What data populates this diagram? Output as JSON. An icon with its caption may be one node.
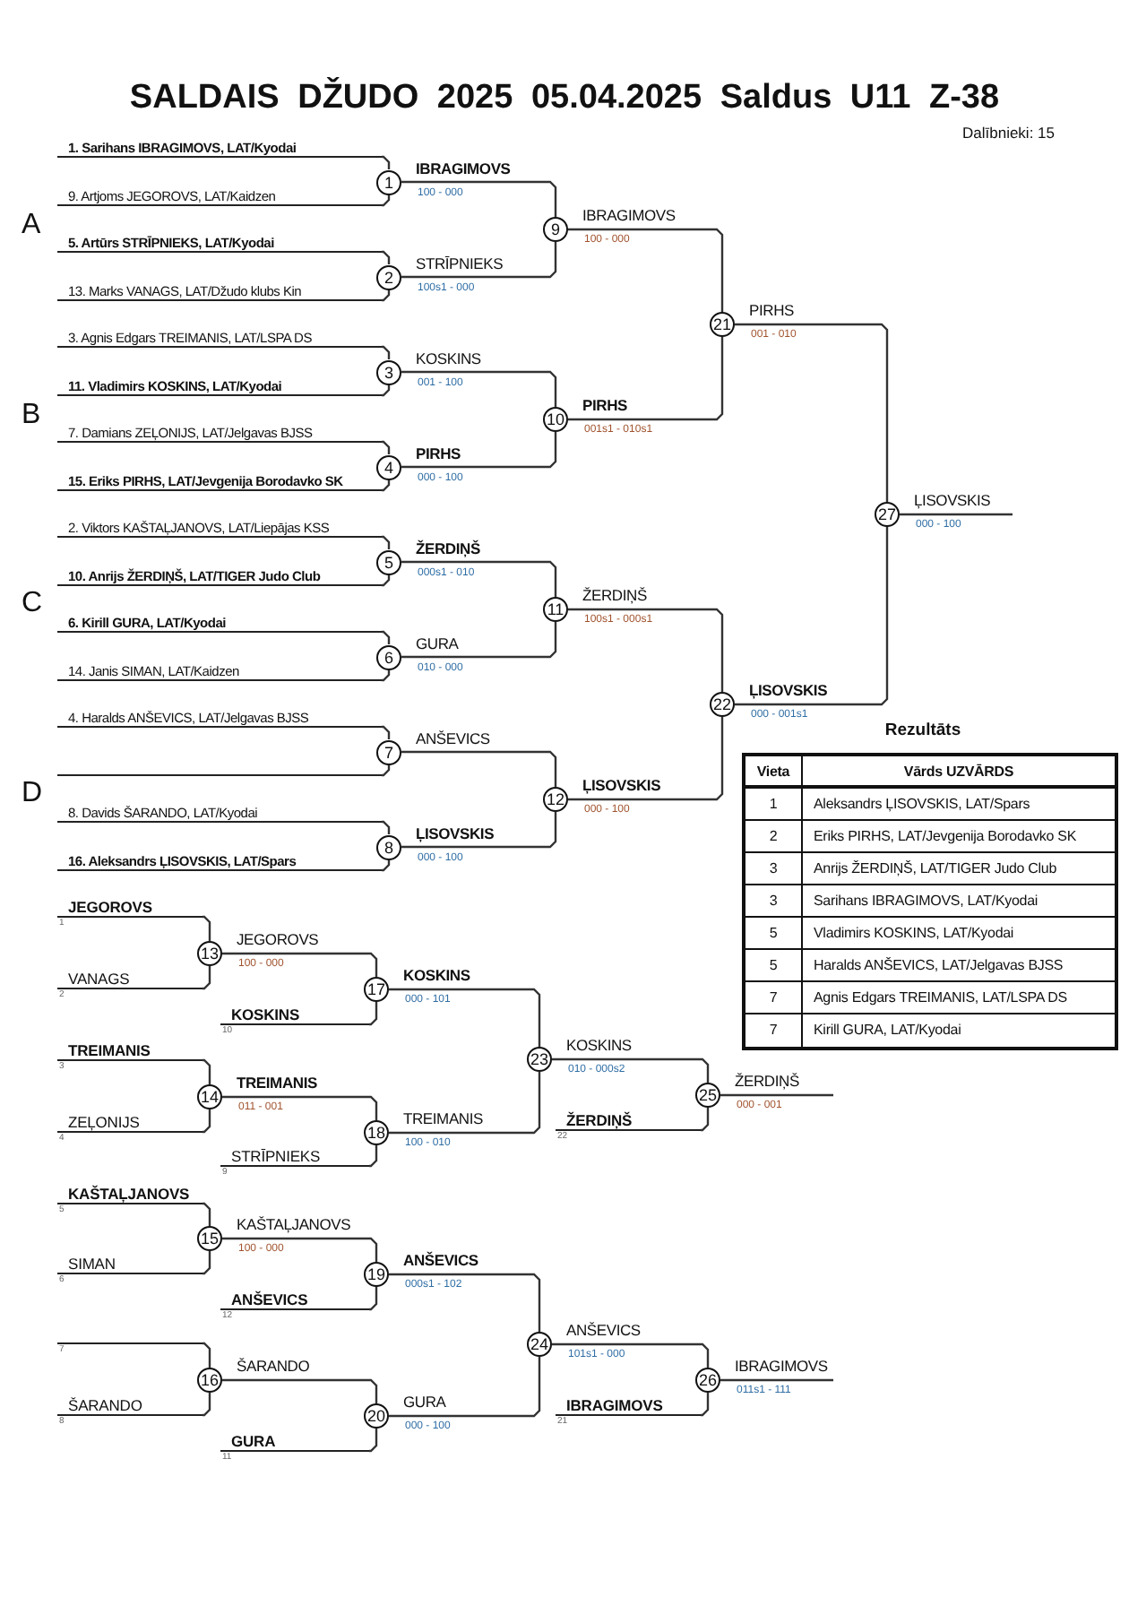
{
  "diagram": {
    "title": "SALDAIS DŽUDO 2025 05.04.2025 Saldus U11 Z-38",
    "nodes": [
      {
        "text": [
          "1. Sarihans IBRAGIMOVS, LAT/Kyodai"
        ]
      },
      {
        "text": [
          "9. Artjoms JEGOROVS, LAT/Kaidzen"
        ]
      },
      {
        "text": [
          "5. Artūrs STRĪPNIEKS, LAT/Kyodai"
        ]
      },
      {
        "text": [
          "13. Marks VANAGS, LAT/Džudo klubs Kin"
        ]
      },
      {
        "text": [
          "3. Agnis Edgars TREIMANIS, LAT/LSPA DS"
        ]
      },
      {
        "text": [
          "11. Vladimirs KOSKINS, LAT/Kyodai"
        ]
      },
      {
        "text": [
          "7. Damians ZEĻONIJS, LAT/Jelgavas BJSS"
        ]
      },
      {
        "text": [
          "15. Eriks PIRHS, LAT/Jevgenija Borodavko SK"
        ]
      },
      {
        "text": [
          "2. Viktors KAŠTAĻJANOVS, LAT/Liepājas KSS"
        ]
      },
      {
        "text": [
          "10. Anrijs ŽERDIŅŠ, LAT/TIGER Judo Club"
        ]
      },
      {
        "text": [
          "6. Kirill GURA, LAT/Kyodai"
        ]
      },
      {
        "text": [
          "14. Janis SIMAN, LAT/Kaidzen"
        ]
      },
      {
        "text": [
          "4. Haralds ANŠEVICS, LAT/Jelgavas BJSS"
        ]
      },
      {
        "text": [],
        "shape": "bar"
      },
      {
        "text": [
          "8. Davids ŠARANDO, LAT/Kyodai"
        ]
      },
      {
        "text": [
          "16. Aleksandrs ĻISOVSKIS, LAT/Spars"
        ]
      },
      {
        "text": [
          "1"
        ],
        "beside": [
          "IBRAGIMOVS",
          "100 - 000"
        ]
      },
      {
        "text": [
          "2"
        ],
        "beside": [
          "STRĪPNIEKS",
          "100s1 - 000"
        ]
      },
      {
        "text": [
          "3"
        ],
        "beside": [
          "KOSKINS",
          "001 - 100"
        ]
      },
      {
        "text": [
          "4"
        ],
        "beside": [
          "PIRHS",
          "000 - 100"
        ]
      },
      {
        "text": [
          "5"
        ],
        "beside": [
          "ŽERDIŅŠ",
          "000s1 - 010"
        ]
      },
      {
        "text": [
          "6"
        ],
        "beside": [
          "GURA",
          "010 - 000"
        ]
      },
      {
        "text": [
          "7"
        ],
        "beside": [
          "ANŠEVICS"
        ]
      },
      {
        "text": [
          "8"
        ],
        "beside": [
          "ĻISOVSKIS",
          "000 - 100"
        ]
      },
      {
        "text": [
          "9"
        ],
        "beside": [
          "IBRAGIMOVS",
          "100 - 000"
        ]
      },
      {
        "text": [
          "10"
        ],
        "beside": [
          "PIRHS",
          "001s1 - 010s1"
        ]
      },
      {
        "text": [
          "11"
        ],
        "beside": [
          "ŽERDIŅŠ",
          "100s1 - 000s1"
        ]
      },
      {
        "text": [
          "12"
        ],
        "beside": [
          "ĻISOVSKIS",
          "000 - 100"
        ]
      },
      {
        "text": [
          "21"
        ],
        "beside": [
          "PIRHS",
          "001 - 010"
        ]
      },
      {
        "text": [
          "22"
        ],
        "beside": [
          "ĻISOVSKIS",
          "000 - 001s1"
        ]
      },
      {
        "text": [
          "27"
        ],
        "beside": [
          "ĻISOVSKIS",
          "000 - 100"
        ]
      },
      {
        "text": [
          "JEGOROVS"
        ],
        "beside": [
          "1"
        ]
      },
      {
        "text": [
          "VANAGS"
        ],
        "beside": [
          "2"
        ]
      },
      {
        "text": [
          "KOSKINS"
        ],
        "beside": [
          "10"
        ]
      },
      {
        "text": [
          "TREIMANIS"
        ],
        "beside": [
          "3"
        ]
      },
      {
        "text": [
          "ZEĻONIJS"
        ],
        "beside": [
          "4"
        ]
      },
      {
        "text": [
          "STRĪPNIEKS"
        ],
        "beside": [
          "9"
        ]
      },
      {
        "text": [
          "ŽERDIŅŠ"
        ],
        "beside": [
          "22"
        ]
      },
      {
        "text": [
          "KAŠTAĻJANOVS"
        ],
        "beside": [
          "5"
        ]
      },
      {
        "text": [
          "SIMAN"
        ],
        "beside": [
          "6"
        ]
      },
      {
        "text": [
          "ANŠEVICS"
        ],
        "beside": [
          "12"
        ]
      },
      {
        "text": [],
        "shape": "bar",
        "beside": [
          "7"
        ]
      },
      {
        "text": [
          "ŠARANDO"
        ],
        "beside": [
          "8"
        ]
      },
      {
        "text": [
          "GURA"
        ],
        "beside": [
          "11"
        ]
      },
      {
        "text": [
          "IBRAGIMOVS"
        ],
        "beside": [
          "21"
        ]
      },
      {
        "text": [
          "13"
        ],
        "beside": [
          "JEGOROVS",
          "100 - 000"
        ]
      },
      {
        "text": [
          "14"
        ],
        "beside": [
          "TREIMANIS",
          "011 - 001"
        ]
      },
      {
        "text": [
          "15"
        ],
        "beside": [
          "KAŠTAĻJANOVS",
          "100 - 000"
        ]
      },
      {
        "text": [
          "16"
        ],
        "beside": [
          "ŠARANDO"
        ]
      },
      {
        "text": [
          "17"
        ],
        "beside": [
          "KOSKINS",
          "000 - 101"
        ]
      },
      {
        "text": [
          "18"
        ],
        "beside": [
          "TREIMANIS",
          "100 - 010"
        ]
      },
      {
        "text": [
          "19"
        ],
        "beside": [
          "ANŠEVICS",
          "000s1 - 102"
        ]
      },
      {
        "text": [
          "20"
        ],
        "beside": [
          "GURA",
          "000 - 100"
        ]
      },
      {
        "text": [
          "23"
        ],
        "beside": [
          "KOSKINS",
          "010 - 000s2"
        ]
      },
      {
        "text": [
          "24"
        ],
        "beside": [
          "ANŠEVICS",
          "101s1 - 000"
        ]
      },
      {
        "text": [
          "25"
        ],
        "beside": [
          "ŽERDIŅŠ",
          "000 - 001"
        ]
      },
      {
        "text": [
          "26"
        ],
        "beside": [
          "IBRAGIMOVS",
          "011s1 - 111"
        ]
      }
    ],
    "edges": [
      {
        "from": 0,
        "to": 16,
        "arrow": "none"
      },
      {
        "from": 1,
        "to": 16,
        "arrow": "none"
      },
      {
        "from": 2,
        "to": 17,
        "arrow": "none"
      },
      {
        "from": 3,
        "to": 17,
        "arrow": "none"
      },
      {
        "from": 4,
        "to": 18,
        "arrow": "none"
      },
      {
        "from": 5,
        "to": 18,
        "arrow": "none"
      },
      {
        "from": 6,
        "to": 19,
        "arrow": "none"
      },
      {
        "from": 7,
        "to": 19,
        "arrow": "none"
      },
      {
        "from": 8,
        "to": 20,
        "arrow": "none"
      },
      {
        "from": 9,
        "to": 20,
        "arrow": "none"
      },
      {
        "from": 10,
        "to": 21,
        "arrow": "none"
      },
      {
        "from": 11,
        "to": 21,
        "arrow": "none"
      },
      {
        "from": 12,
        "to": 22,
        "arrow": "none"
      },
      {
        "from": 13,
        "to": 22,
        "arrow": "none"
      },
      {
        "from": 14,
        "to": 23,
        "arrow": "none"
      },
      {
        "from": 15,
        "to": 23,
        "arrow": "none"
      },
      {
        "from": 16,
        "to": 24,
        "arrow": "none"
      },
      {
        "from": 17,
        "to": 24,
        "arrow": "none"
      },
      {
        "from": 18,
        "to": 25,
        "arrow": "none"
      },
      {
        "from": 19,
        "to": 25,
        "arrow": "none"
      },
      {
        "from": 20,
        "to": 26,
        "arrow": "none"
      },
      {
        "from": 21,
        "to": 26,
        "arrow": "none"
      },
      {
        "from": 22,
        "to": 27,
        "arrow": "none"
      },
      {
        "from": 23,
        "to": 27,
        "arrow": "none"
      },
      {
        "from": 24,
        "to": 28,
        "arrow": "none"
      },
      {
        "from": 25,
        "to": 28,
        "arrow": "none"
      },
      {
        "from": 26,
        "to": 29,
        "arrow": "none"
      },
      {
        "from": 27,
        "to": 29,
        "arrow": "none"
      },
      {
        "from": 28,
        "to": 30,
        "arrow": "none"
      },
      {
        "from": 29,
        "to": 30,
        "arrow": "none"
      },
      {
        "from": 30,
        "to": null,
        "arrow": "none"
      },
      {
        "from": 31,
        "to": 45,
        "arrow": "none"
      },
      {
        "from": 32,
        "to": 45,
        "arrow": "none"
      },
      {
        "from": 34,
        "to": 46,
        "arrow": "none"
      },
      {
        "from": 35,
        "to": 46,
        "arrow": "none"
      },
      {
        "from": 38,
        "to": 47,
        "arrow": "none"
      },
      {
        "from": 39,
        "to": 47,
        "arrow": "none"
      },
      {
        "from": 41,
        "to": 48,
        "arrow": "none"
      },
      {
        "from": 42,
        "to": 48,
        "arrow": "none"
      },
      {
        "from": 45,
        "to": 49,
        "arrow": "none"
      },
      {
        "from": 33,
        "to": 49,
        "arrow": "none"
      },
      {
        "from": 46,
        "to": 50,
        "arrow": "none"
      },
      {
        "from": 36,
        "to": 50,
        "arrow": "none"
      },
      {
        "from": 47,
        "to": 51,
        "arrow": "none"
      },
      {
        "from": 40,
        "to": 51,
        "arrow": "none"
      },
      {
        "from": 48,
        "to": 52,
        "arrow": "none"
      },
      {
        "from": 43,
        "to": 52,
        "arrow": "none"
      },
      {
        "from": 49,
        "to": 53,
        "arrow": "none"
      },
      {
        "from": 50,
        "to": 53,
        "arrow": "none"
      },
      {
        "from": 51,
        "to": 54,
        "arrow": "none"
      },
      {
        "from": 52,
        "to": 54,
        "arrow": "none"
      },
      {
        "from": 53,
        "to": 55,
        "arrow": "none"
      },
      {
        "from": 37,
        "to": 55,
        "arrow": "none"
      },
      {
        "from": 54,
        "to": 56,
        "arrow": "none"
      },
      {
        "from": 44,
        "to": 56,
        "arrow": "none"
      },
      {
        "from": 55,
        "to": null,
        "arrow": "none"
      },
      {
        "from": 56,
        "to": null,
        "arrow": "none"
      }
    ],
    "labels": [
      "A",
      "B",
      "C",
      "D",
      "Dalībnieki: 15",
      "Rezultāts",
      "Vieta",
      "Vārds UZVĀRDS",
      "1",
      "Aleksandrs ĻISOVSKIS, LAT/Spars",
      "2",
      "Eriks PIRHS, LAT/Jevgenija Borodavko SK",
      "3",
      "Anrijs ŽERDIŅŠ, LAT/TIGER Judo Club",
      "3",
      "Sarihans IBRAGIMOVS, LAT/Kyodai",
      "5",
      "Vladimirs KOSKINS, LAT/Kyodai",
      "5",
      "Haralds ANŠEVICS, LAT/Jelgavas BJSS",
      "7",
      "Agnis Edgars TREIMANIS, LAT/LSPA DS",
      "7",
      "Kirill GURA, LAT/Kyodai"
    ]
  }
}
